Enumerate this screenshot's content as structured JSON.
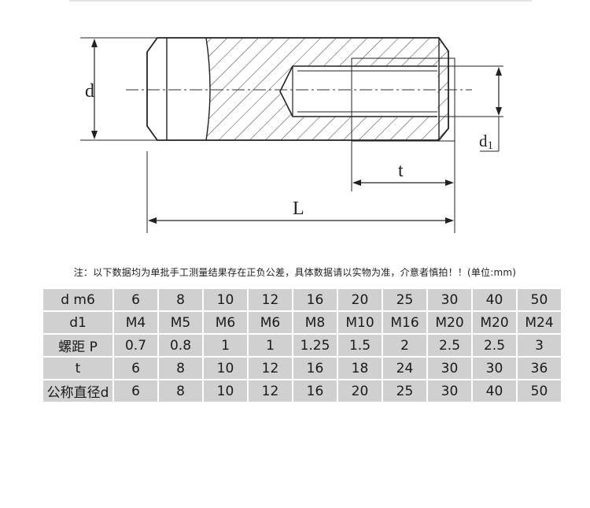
{
  "drawing": {
    "labels": {
      "d": "d",
      "d1": "d1",
      "t": "t",
      "L": "L"
    }
  },
  "note": "注：以下数据均为单批手工测量结果存在正负公差，具体数据请以实物为准，介意者慎拍！！(单位:mm)",
  "table": {
    "rows": [
      {
        "header": "d m6",
        "values": [
          "6",
          "8",
          "10",
          "12",
          "16",
          "20",
          "25",
          "30",
          "40",
          "50"
        ]
      },
      {
        "header": "d1",
        "values": [
          "M4",
          "M5",
          "M6",
          "M6",
          "M8",
          "M10",
          "M16",
          "M20",
          "M20",
          "M24"
        ]
      },
      {
        "header": "螺距 P",
        "values": [
          "0.7",
          "0.8",
          "1",
          "1",
          "1.25",
          "1.5",
          "2",
          "2.5",
          "2.5",
          "3"
        ]
      },
      {
        "header": "t",
        "values": [
          "6",
          "8",
          "10",
          "12",
          "16",
          "18",
          "24",
          "30",
          "30",
          "36"
        ]
      },
      {
        "header": "公称直径d",
        "values": [
          "6",
          "8",
          "10",
          "12",
          "16",
          "20",
          "25",
          "30",
          "40",
          "50"
        ]
      }
    ]
  }
}
